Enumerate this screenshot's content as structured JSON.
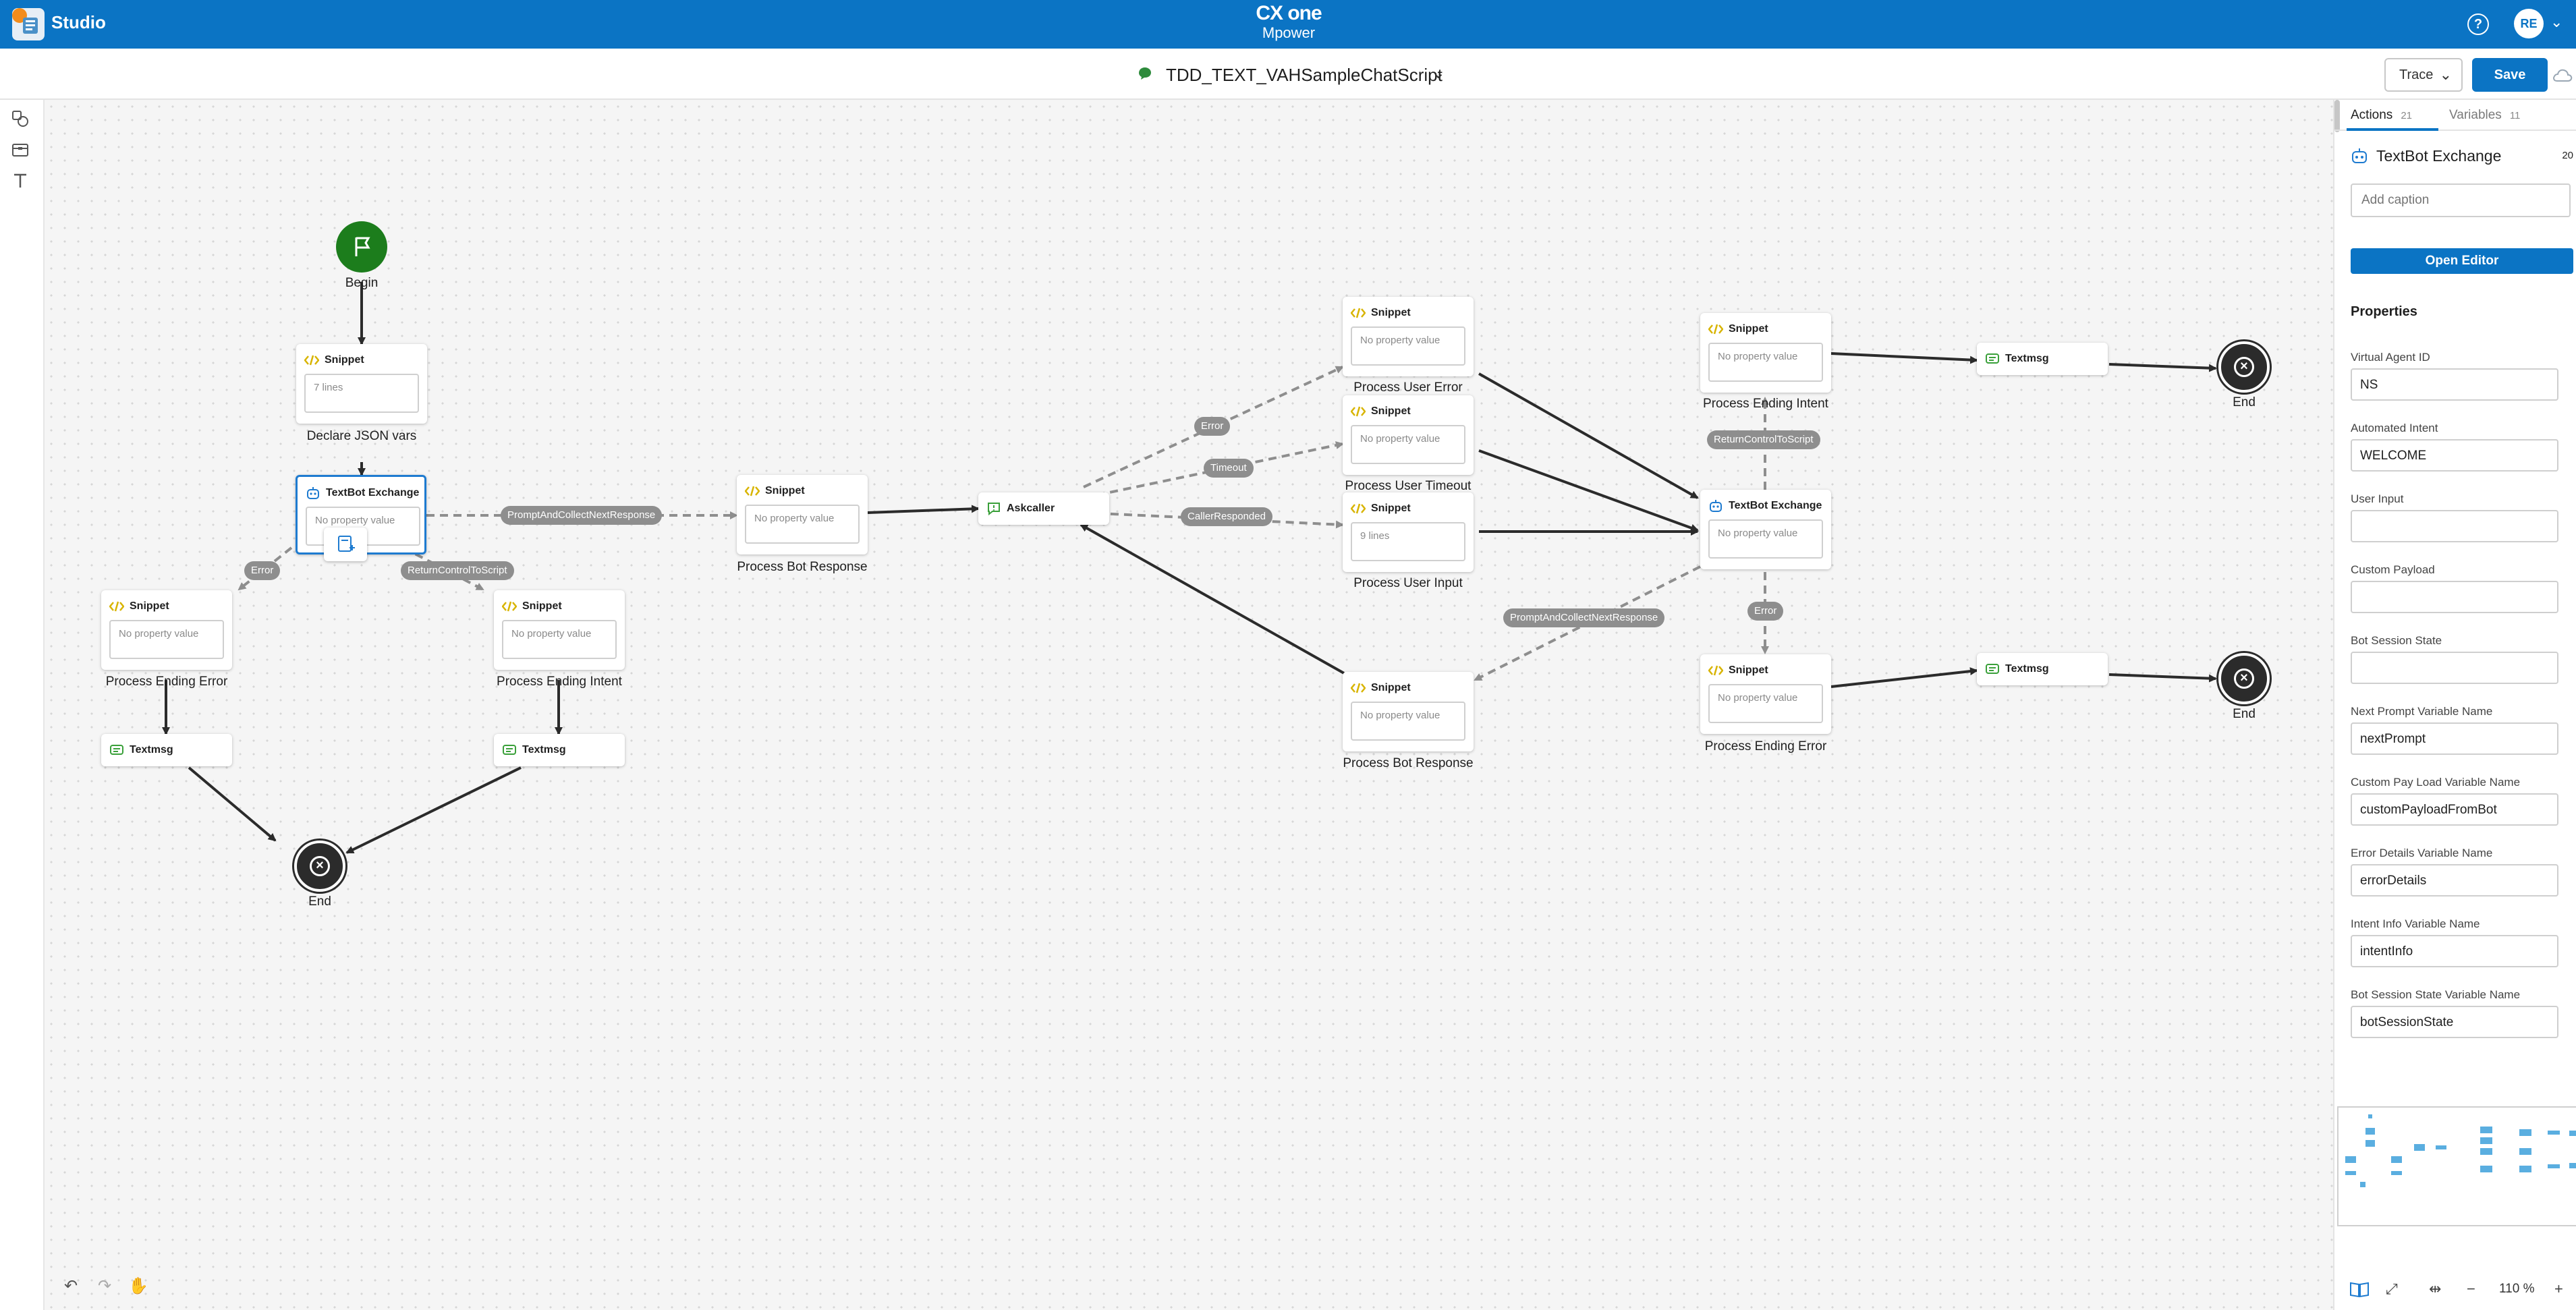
{
  "app": {
    "name": "Studio",
    "brand_line1": "CX one",
    "brand_line2": "Mpower",
    "help_glyph": "?",
    "user_initials": "RE"
  },
  "titlebar": {
    "script_name": "TDD_TEXT_VAHSampleChatScript",
    "trace_label": "Trace",
    "save_label": "Save"
  },
  "canvas": {
    "begin_label": "Begin",
    "end_label": "End",
    "nodes": {
      "declare_json": {
        "type": "Snippet",
        "value": "7 lines",
        "caption": "Declare JSON vars"
      },
      "textbot_1": {
        "type": "TextBot Exchange",
        "value": "No property value"
      },
      "process_ending_error_1": {
        "type": "Snippet",
        "value": "No property value",
        "caption": "Process Ending Error"
      },
      "process_ending_intent_1": {
        "type": "Snippet",
        "value": "No property value",
        "caption": "Process Ending Intent"
      },
      "textmsg_1": {
        "type": "Textmsg"
      },
      "textmsg_2": {
        "type": "Textmsg"
      },
      "process_bot_response_1": {
        "type": "Snippet",
        "value": "No property value",
        "caption": "Process Bot Response"
      },
      "askcaller": {
        "type": "Askcaller"
      },
      "process_user_error": {
        "type": "Snippet",
        "value": "No property value",
        "caption": "Process User Error"
      },
      "process_user_timeout": {
        "type": "Snippet",
        "value": "No property value",
        "caption": "Process User Timeout"
      },
      "process_user_input": {
        "type": "Snippet",
        "value": "9 lines",
        "caption": "Process User Input"
      },
      "process_bot_response_2": {
        "type": "Snippet",
        "value": "No property value",
        "caption": "Process Bot Response"
      },
      "process_ending_intent_2": {
        "type": "Snippet",
        "value": "No property value",
        "caption": "Process Ending Intent"
      },
      "textbot_2": {
        "type": "TextBot Exchange",
        "value": "No property value"
      },
      "process_ending_error_2": {
        "type": "Snippet",
        "value": "No property value",
        "caption": "Process Ending Error"
      },
      "textmsg_3": {
        "type": "Textmsg"
      },
      "textmsg_4": {
        "type": "Textmsg"
      }
    },
    "edge_labels": {
      "prompt_1": "PromptAndCollectNextResponse",
      "error_1": "Error",
      "return_1": "ReturnControlToScript",
      "error_2": "Error",
      "timeout": "Timeout",
      "caller_responded": "CallerResponded",
      "return_2": "ReturnControlToScript",
      "prompt_2": "PromptAndCollectNextResponse",
      "error_3": "Error"
    }
  },
  "panel": {
    "tabs": [
      {
        "label": "Actions",
        "count": "21"
      },
      {
        "label": "Variables",
        "count": "11"
      }
    ],
    "action_title": "TextBot Exchange",
    "action_count": "20",
    "caption_placeholder": "Add caption",
    "open_editor_label": "Open Editor",
    "properties_heading": "Properties",
    "properties": [
      {
        "label": "Virtual Agent ID",
        "value": "NS"
      },
      {
        "label": "Automated Intent",
        "value": "WELCOME"
      },
      {
        "label": "User Input",
        "value": ""
      },
      {
        "label": "Custom Payload",
        "value": ""
      },
      {
        "label": "Bot Session State",
        "value": ""
      },
      {
        "label": "Next Prompt Variable Name",
        "value": "nextPrompt"
      },
      {
        "label": "Custom Pay Load Variable Name",
        "value": "customPayloadFromBot"
      },
      {
        "label": "Error Details Variable Name",
        "value": "errorDetails"
      },
      {
        "label": "Intent Info Variable Name",
        "value": "intentInfo"
      },
      {
        "label": "Bot Session State Variable Name",
        "value": "botSessionState"
      }
    ],
    "zoom_level": "110 %"
  },
  "colors": {
    "brand_blue": "#0b74c4",
    "begin_green": "#1c7d1c",
    "snippet_yellow": "#d8b400",
    "textmsg_green": "#3aa03a",
    "edge_dark": "#2b2b2b",
    "edge_dashed": "#8e8e8e"
  }
}
